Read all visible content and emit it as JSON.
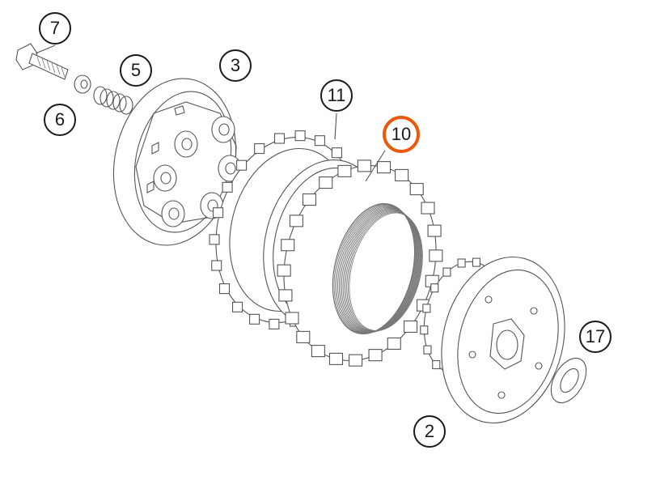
{
  "callouts": [
    {
      "id": "c7",
      "label": "7",
      "part": "bolt"
    },
    {
      "id": "c5",
      "label": "5",
      "part": "spring"
    },
    {
      "id": "c6",
      "label": "6",
      "part": "washer"
    },
    {
      "id": "c3",
      "label": "3",
      "part": "pressure-plate"
    },
    {
      "id": "c11",
      "label": "11",
      "part": "clutch-friction-plate"
    },
    {
      "id": "c10",
      "label": "10",
      "part": "clutch-steel-plate",
      "highlighted": true
    },
    {
      "id": "c2",
      "label": "2",
      "part": "clutch-hub"
    },
    {
      "id": "c17",
      "label": "17",
      "part": "thrust-washer"
    }
  ],
  "colors": {
    "highlight": "#e8590c",
    "line": "#555555",
    "outline": "#1a1a1a",
    "background": "#ffffff"
  }
}
